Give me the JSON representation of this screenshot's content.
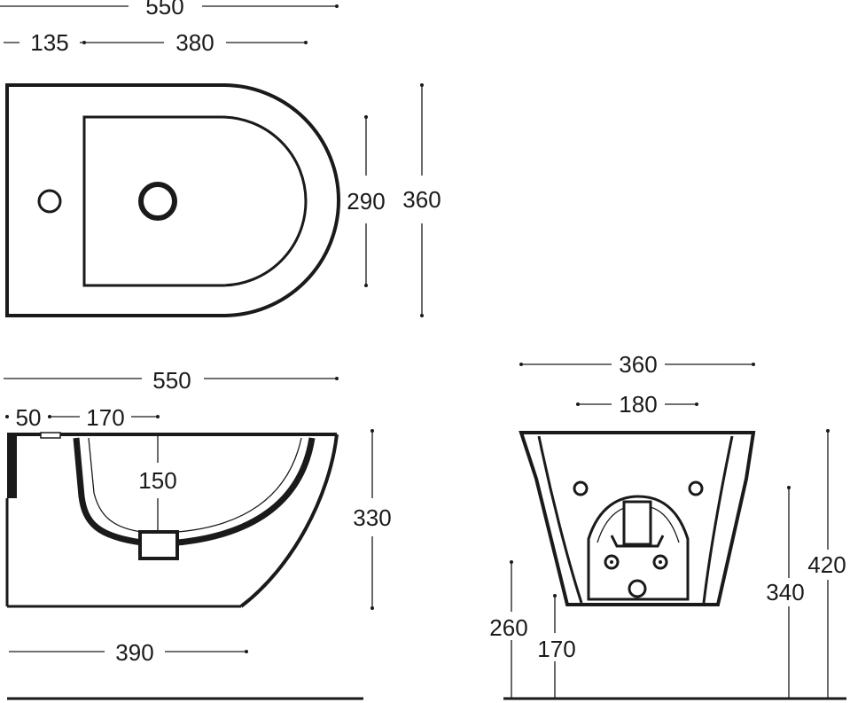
{
  "top_view": {
    "overall_length": "550",
    "hole_offset": "135",
    "bowl_length": "380",
    "bowl_width": "290",
    "overall_width": "360"
  },
  "side_view": {
    "overall_length": "550",
    "rim_offset": "50",
    "bowl_depth_offset": "170",
    "bowl_depth": "150",
    "overall_height": "330",
    "base_length": "390"
  },
  "front_view": {
    "overall_width": "360",
    "fixing_width": "180",
    "inlet_height": "260",
    "waste_height": "170",
    "mount_height": "340",
    "total_height": "420"
  }
}
